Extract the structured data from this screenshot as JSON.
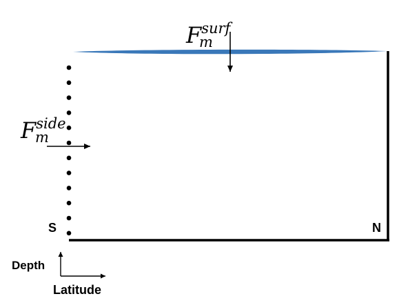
{
  "diagram": {
    "flux_surface": {
      "base": "F",
      "sub": "m",
      "sup": "surf"
    },
    "flux_side": {
      "base": "F",
      "sub": "m",
      "sup": "side"
    },
    "label_south": "S",
    "label_north": "N",
    "label_depth": "Depth",
    "label_latitude": "Latitude",
    "colors": {
      "surface": "#3a78b9",
      "lines": "#000000"
    }
  }
}
